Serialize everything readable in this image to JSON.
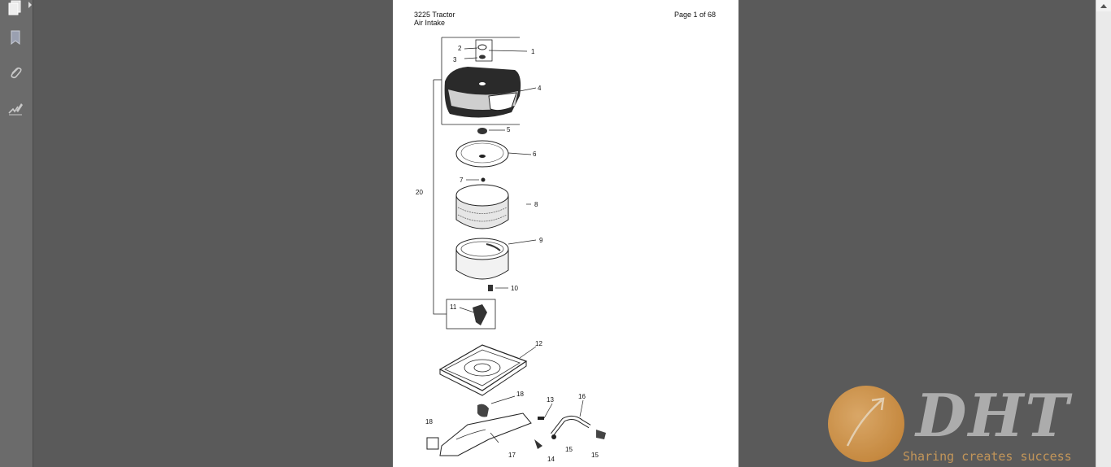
{
  "sidebar": {
    "tools": [
      {
        "name": "pages",
        "icon": "pages-icon"
      },
      {
        "name": "bookmarks",
        "icon": "bookmark-icon"
      },
      {
        "name": "attachments",
        "icon": "paperclip-icon"
      },
      {
        "name": "signatures",
        "icon": "signature-pen-icon"
      }
    ]
  },
  "page": {
    "header": {
      "title": "3225 Tractor",
      "subtitle": "Air Intake",
      "page_indicator": "Page 1 of 68"
    },
    "callouts": [
      "1",
      "2",
      "3",
      "4",
      "5",
      "6",
      "7",
      "8",
      "9",
      "10",
      "11",
      "12",
      "13",
      "14",
      "15",
      "15",
      "16",
      "17",
      "18",
      "18",
      "20"
    ]
  },
  "watermark": {
    "title": "DHT",
    "tagline": "Sharing creates success"
  },
  "colors": {
    "app_bg": "#5a5a5a",
    "rail_bg": "#6b6b6b",
    "page_bg": "#ffffff",
    "watermark_orange": "#d9923c"
  }
}
